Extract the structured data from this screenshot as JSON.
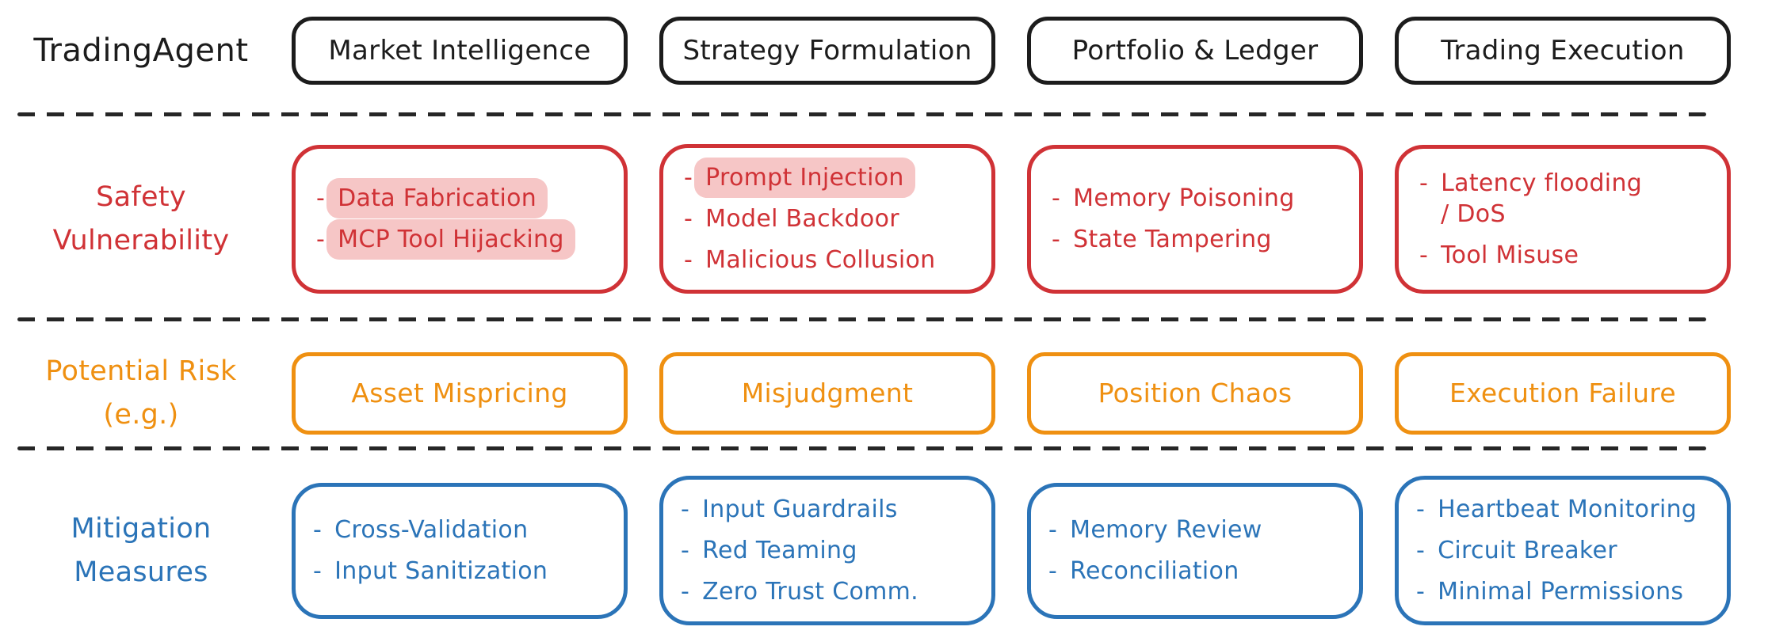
{
  "title": "TradingAgent",
  "bullet": "-",
  "colors": {
    "ink": "#262626",
    "red": "#d03236",
    "orange": "#ef9011",
    "blue": "#2b74b8",
    "highlight": "#f6c6c6"
  },
  "stages": [
    {
      "label": "Market Intelligence"
    },
    {
      "label": "Strategy Formulation"
    },
    {
      "label": "Portfolio & Ledger"
    },
    {
      "label": "Trading Execution"
    }
  ],
  "rows": [
    {
      "id": "safety-vulnerability",
      "label": "Safety\nVulnerability",
      "color": "#d03236",
      "cells": [
        {
          "items": [
            {
              "text": "Data Fabrication",
              "highlighted": true
            },
            {
              "text": "MCP Tool Hijacking",
              "highlighted": true
            }
          ]
        },
        {
          "items": [
            {
              "text": "Prompt Injection",
              "highlighted": true
            },
            {
              "text": "Model Backdoor",
              "highlighted": false
            },
            {
              "text": "Malicious Collusion",
              "highlighted": false
            }
          ]
        },
        {
          "items": [
            {
              "text": "Memory Poisoning",
              "highlighted": false
            },
            {
              "text": "State Tampering",
              "highlighted": false
            }
          ]
        },
        {
          "items": [
            {
              "text": "Latency flooding\n/ DoS",
              "highlighted": false
            },
            {
              "text": "Tool Misuse",
              "highlighted": false
            }
          ]
        }
      ]
    },
    {
      "id": "potential-risk",
      "label": "Potential Risk\n(e.g.)",
      "color": "#ef9011",
      "cells": [
        {
          "text": "Asset Mispricing"
        },
        {
          "text": "Misjudgment"
        },
        {
          "text": "Position Chaos"
        },
        {
          "text": "Execution Failure"
        }
      ]
    },
    {
      "id": "mitigation-measures",
      "label": "Mitigation\nMeasures",
      "color": "#2b74b8",
      "cells": [
        {
          "items": [
            {
              "text": "Cross-Validation",
              "highlighted": false
            },
            {
              "text": "Input Sanitization",
              "highlighted": false
            }
          ]
        },
        {
          "items": [
            {
              "text": "Input Guardrails",
              "highlighted": false
            },
            {
              "text": "Red Teaming",
              "highlighted": false
            },
            {
              "text": "Zero Trust Comm.",
              "highlighted": false
            }
          ]
        },
        {
          "items": [
            {
              "text": "Memory Review",
              "highlighted": false
            },
            {
              "text": "Reconciliation",
              "highlighted": false
            }
          ]
        },
        {
          "items": [
            {
              "text": "Heartbeat Monitoring",
              "highlighted": false
            },
            {
              "text": "Circuit Breaker",
              "highlighted": false
            },
            {
              "text": "Minimal Permissions",
              "highlighted": false
            }
          ]
        }
      ]
    }
  ]
}
